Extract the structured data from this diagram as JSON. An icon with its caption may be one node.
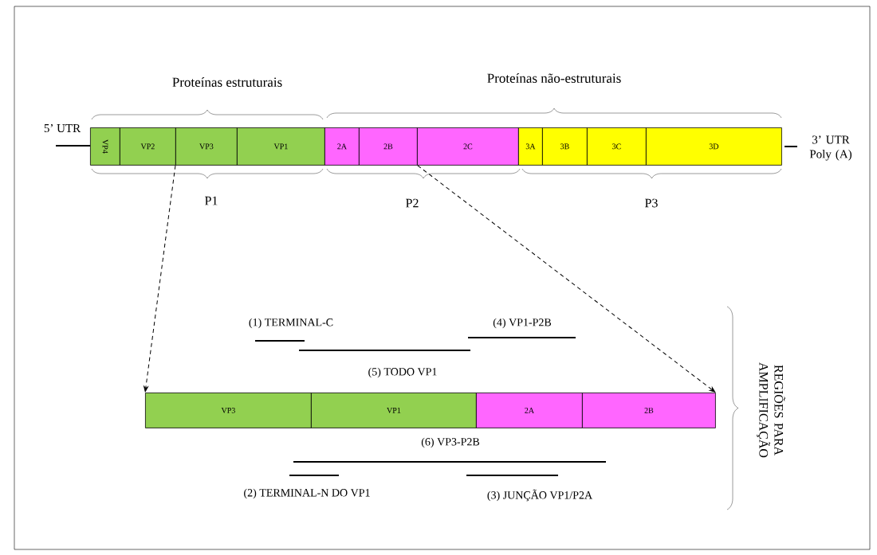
{
  "diagram": {
    "nodes": [
      {
        "text": [
          "VP4"
        ]
      },
      {
        "text": [
          "VP2"
        ]
      },
      {
        "text": [
          "VP3"
        ]
      },
      {
        "text": [
          "VP1"
        ]
      },
      {
        "text": [
          "2A"
        ]
      },
      {
        "text": [
          "2B"
        ]
      },
      {
        "text": [
          "2C"
        ]
      },
      {
        "text": [
          "3A"
        ]
      },
      {
        "text": [
          "3B"
        ]
      },
      {
        "text": [
          "3C"
        ]
      },
      {
        "text": [
          "3D"
        ]
      },
      {
        "text": [
          "VP3"
        ]
      },
      {
        "text": [
          "VP1"
        ]
      },
      {
        "text": [
          "2A"
        ]
      },
      {
        "text": [
          "2B"
        ]
      }
    ],
    "edges": [
      {
        "from": 2,
        "to": 11,
        "arrow": "to",
        "style": "dashed"
      },
      {
        "from": 5,
        "to": 14,
        "arrow": "to",
        "style": "dashed"
      }
    ],
    "labels": [
      "Proteínas estruturais",
      "Proteínas não-estruturais",
      "5’ UTR",
      "3’ UTR Poly (A)",
      "P1",
      "P2",
      "P3",
      "(1) TERMINAL-C",
      "(4) VP1-P2B",
      "(5) TODO VP1",
      "(6) VP3-P2B",
      "(2) TERMINAL-N DO VP1",
      "(3) JUNÇÃO VP1/P2A",
      "REGIÕES PARA AMPLIFICAÇÃO"
    ]
  }
}
